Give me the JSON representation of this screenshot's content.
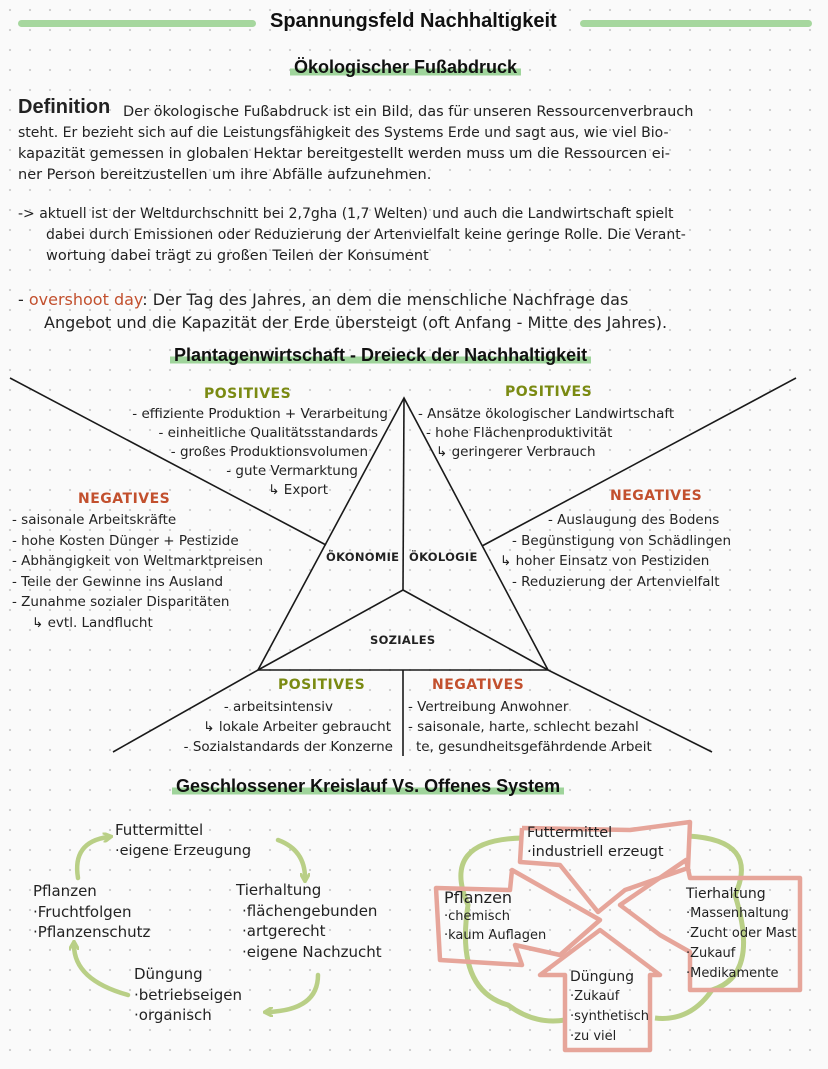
{
  "header": {
    "title": "Spannungsfeld Nachhaltigkeit",
    "subtitle": "Ökologischer Fußabdruck"
  },
  "definition": {
    "label": "Definition",
    "lines": [
      "Der ökologische Fußabdruck ist ein Bild, das für unseren Ressourcenverbrauch",
      "steht. Er bezieht sich auf die Leistungsfähigkeit des Systems Erde und sagt aus, wie viel Bio-",
      "kapazität gemessen in globalen Hektar bereitgestellt werden muss um die Ressourcen ei-",
      "ner Person bereitzustellen um ihre Abfälle aufzunehmen."
    ]
  },
  "note1": {
    "lines": [
      "-> aktuell ist der Weltdurchschnitt bei 2,7gha (1,7 Welten) und auch die Landwirtschaft spielt",
      "dabei durch Emissionen oder Reduzierung der Artenvielfalt keine geringe Rolle. Die Verant-",
      "wortung dabei trägt zu großen Teilen der Konsument"
    ]
  },
  "note2": {
    "prefix": "- ",
    "term": "overshoot day",
    "line1_rest": ": Der Tag des Jahres, an dem die menschliche Nachfrage das",
    "line2": "Angebot und die Kapazität der Erde übersteigt (oft Anfang - Mitte des Jahres)."
  },
  "triangle_section": {
    "title": "Plantagenwirtschaft - Dreieck der Nachhaltigkeit",
    "labels": {
      "oekonomie": "ÖKONOMIE",
      "oekologie": "ÖKOLOGIE",
      "soziales": "SOZIALES"
    },
    "oekonomie_positives": {
      "heading": "POSITIVES",
      "items": [
        "- effiziente Produktion + Verarbeitung",
        "- einheitliche Qualitätsstandards",
        "- großes Produktionsvolumen",
        "- gute Vermarktung",
        "↳ Export"
      ]
    },
    "oekologie_positives": {
      "heading": "POSITIVES",
      "items": [
        "- Ansätze ökologischer Landwirtschaft",
        "- hohe Flächenproduktivität",
        "↳ geringerer Verbrauch"
      ]
    },
    "oekonomie_negatives": {
      "heading": "NEGATIVES",
      "items": [
        "- saisonale Arbeitskräfte",
        "- hohe Kosten Dünger + Pestizide",
        "- Abhängigkeit von Weltmarktpreisen",
        "- Teile der Gewinne ins Ausland",
        "- Zunahme sozialer Disparitäten",
        "↳ evtl. Landflucht"
      ]
    },
    "oekologie_negatives": {
      "heading": "NEGATIVES",
      "items": [
        "- Auslaugung des Bodens",
        "- Begünstigung von Schädlingen",
        "↳ hoher Einsatz von Pestiziden",
        "- Reduzierung der Artenvielfalt"
      ]
    },
    "soziales_positives": {
      "heading": "POSITIVES",
      "items": [
        "- arbeitsintensiv",
        "↳ lokale Arbeiter gebraucht",
        "- Sozialstandards der Konzerne"
      ]
    },
    "soziales_negatives": {
      "heading": "NEGATIVES",
      "items": [
        "- Vertreibung Anwohner",
        "- saisonale, harte, schlecht bezahl",
        "te, gesundheitsgefährdende Arbeit"
      ]
    }
  },
  "cycle_section": {
    "title": "Geschlossener Kreislauf Vs. Offenes System",
    "closed": {
      "futter": [
        "Futtermittel",
        "·eigene Erzeugung"
      ],
      "tier": [
        "Tierhaltung",
        "·flächengebunden",
        "·artgerecht",
        "·eigene Nachzucht"
      ],
      "duengung": [
        "Düngung",
        "·betriebseigen",
        "·organisch"
      ],
      "pflanzen": [
        "Pflanzen",
        "·Fruchtfolgen",
        "·Pflanzenschutz"
      ]
    },
    "open": {
      "futter": [
        "Futtermittel",
        "·industriell erzeugt"
      ],
      "tier": [
        "Tierhaltung",
        "·Massenhaltung",
        "·Zucht oder Mast",
        "·Zukauf",
        "·Medikamente"
      ],
      "duengung": [
        "Düngung",
        "·Zukauf",
        "·synthetisch",
        "·zu viel"
      ],
      "pflanzen": [
        "Pflanzen",
        "·chemisch",
        "·kaum Auflagen"
      ]
    }
  },
  "colors": {
    "highlight_green": "#9fd49b",
    "positives": "#7a8a12",
    "negatives": "#c2502e",
    "cycle_green": "#b9cf86",
    "open_arrow_red": "#e6a59a"
  }
}
